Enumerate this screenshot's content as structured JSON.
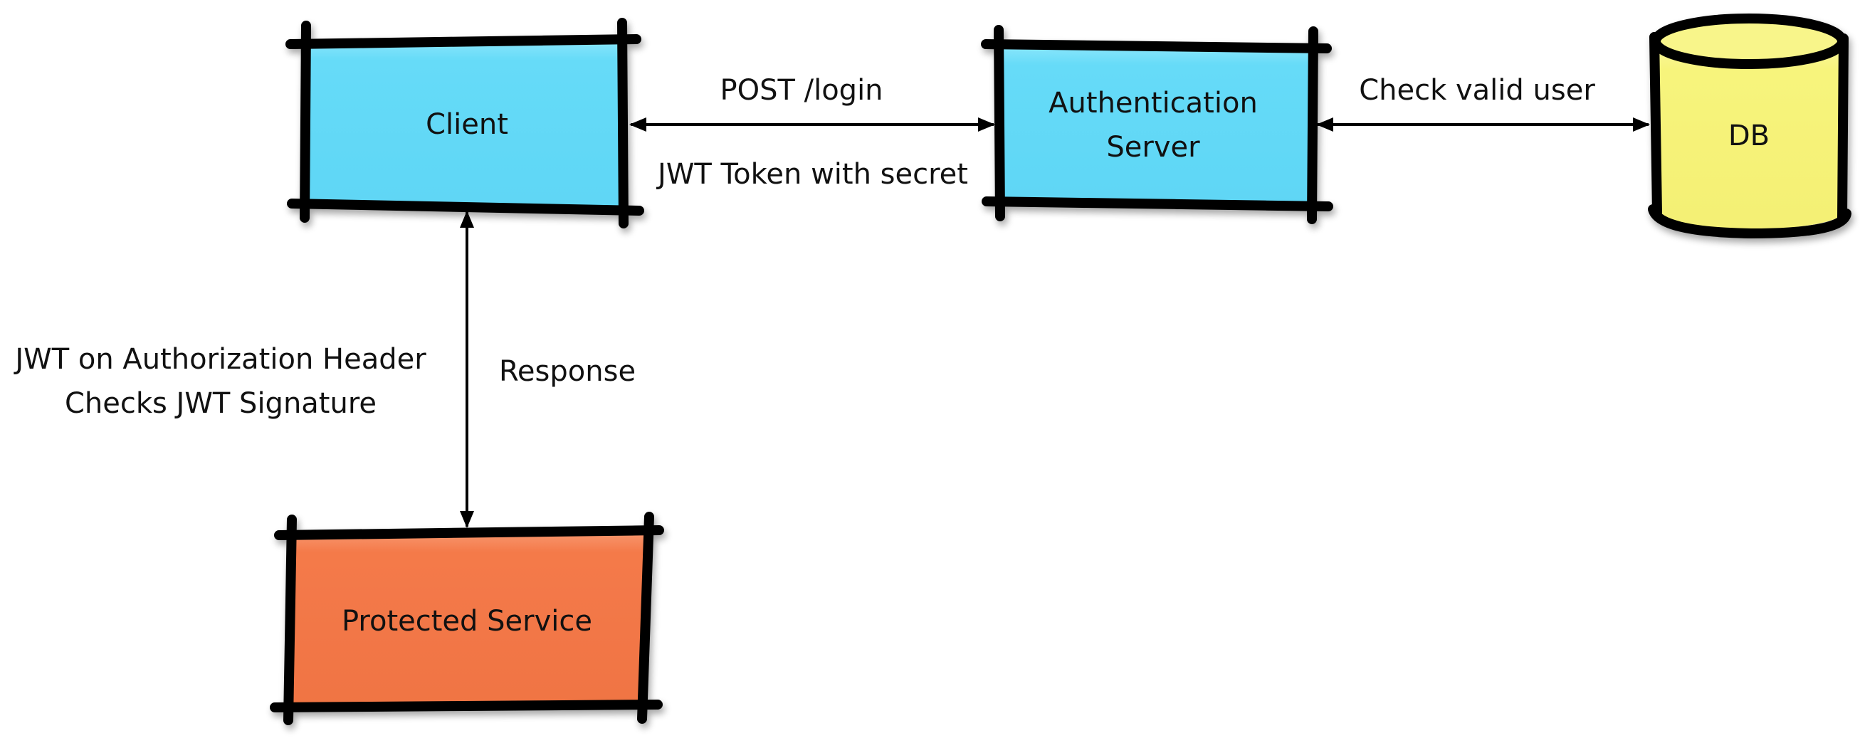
{
  "colors": {
    "client_fill": "#66DBF8",
    "auth_fill": "#66DBF8",
    "db_fill": "#F7F47C",
    "protected_fill": "#F47A4A",
    "stroke": "#000000",
    "text": "#111111"
  },
  "nodes": {
    "client": {
      "label": "Client"
    },
    "auth_server": {
      "label_line1": "Authentication",
      "label_line2": "Server"
    },
    "db": {
      "label": "DB"
    },
    "protected_service": {
      "label": "Protected Service"
    }
  },
  "edges": {
    "client_auth": {
      "label_top": "POST /login",
      "label_bottom": "JWT Token with secret"
    },
    "auth_db": {
      "label": "Check valid user"
    },
    "client_protected": {
      "label_left_line1": "JWT on Authorization Header",
      "label_left_line2": "Checks JWT Signature",
      "label_right": "Response"
    }
  }
}
